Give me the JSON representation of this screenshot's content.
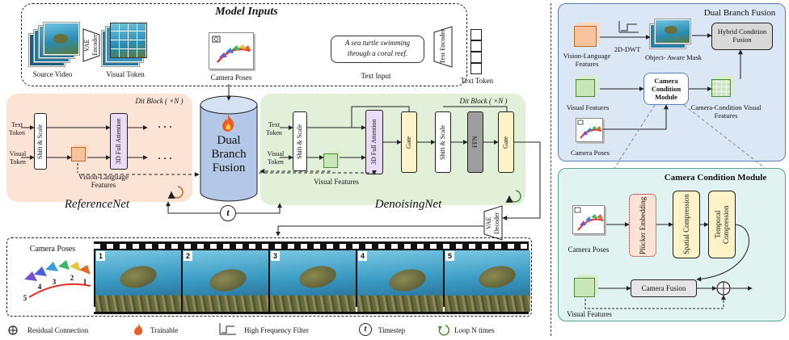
{
  "model_inputs": {
    "title": "Model Inputs",
    "source_video": "Source Video",
    "vae_encoder": "VAE Encoder",
    "visual_token": "Visual Token",
    "camera_poses": "Camera Poses",
    "text_input_value": "A sea turtle swimming through a coral reef.",
    "text_input_label": "Text Input",
    "text_encoder": "Text Encoder",
    "text_token": "Text Token"
  },
  "reference_net": {
    "dit_block": "Dit Block ( ×N )",
    "text_token": "Text Token",
    "visual_token": "Visual Token",
    "shift_scale": "Shift & Scale",
    "attention": "3D Full Attention",
    "vl_features": "Vision-Language Features",
    "name": "ReferenceNet",
    "dots": "· · ·"
  },
  "fusion": {
    "label": "Dual Branch Fusion",
    "trainable_icon": "flame-icon",
    "timestep": "t"
  },
  "denoising_net": {
    "dit_block": "Dit Block ( ×N )",
    "text_token": "Text Token",
    "visual_token": "Visual Token",
    "shift_scale_1": "Shift & Scale",
    "visual_features": "Visual Features",
    "attention": "3D Full Attention",
    "gate_1": "Gate",
    "shift_scale_2": "Shift & Scale",
    "ffn": "FFN",
    "gate_2": "Gate",
    "name": "DenoisingNet",
    "vae_decoder": "VAE Decoder"
  },
  "outputs": {
    "camera_poses": "Camera Poses",
    "pose_numbers": [
      "5",
      "4",
      "3",
      "2",
      "1"
    ],
    "frame_numbers": [
      "1",
      "2",
      "3",
      "4",
      "5"
    ]
  },
  "legend": {
    "residual": "Residual Connection",
    "trainable": "Trainable",
    "hf_filter": "High Frequency Filter",
    "timestep": "Timestep",
    "timestep_symbol": "t",
    "loop": "Loop N times"
  },
  "dual_branch": {
    "title": "Dual Branch Fusion",
    "vl_features": "Vision-Language Features",
    "dwt": "2D-DWT",
    "mask": "Object- Aware Mask",
    "hybrid": "Hybrid Condition Fusion",
    "visual_features": "Visual Features",
    "ccm": "Camera Condition Module",
    "camera_condition_features": "Camera-Condition Visual Features",
    "camera_poses": "Camera Poses"
  },
  "ccm_detail": {
    "title": "Camera Condition Module",
    "camera_poses": "Camera Poses",
    "plucker": "Plücker Embedding",
    "spatial": "Spatial Compression",
    "temporal": "Temporal Compression",
    "camera_fusion": "Camera Fusion",
    "visual_features": "Visual Features"
  },
  "colors": {
    "reference_bg": "#fbe3d6",
    "denoising_bg": "#e2efd9",
    "fusion_cyl": "#b4c7e7",
    "attention": "#eadcf6",
    "gate": "#fdf2c8",
    "ffn": "#9e9e9e",
    "dual_bg": "#dce7f5",
    "ccm_bg": "#e1f3f1",
    "hybrid": "#d9d9d9",
    "ccm_cube": "#c8e6b8"
  }
}
